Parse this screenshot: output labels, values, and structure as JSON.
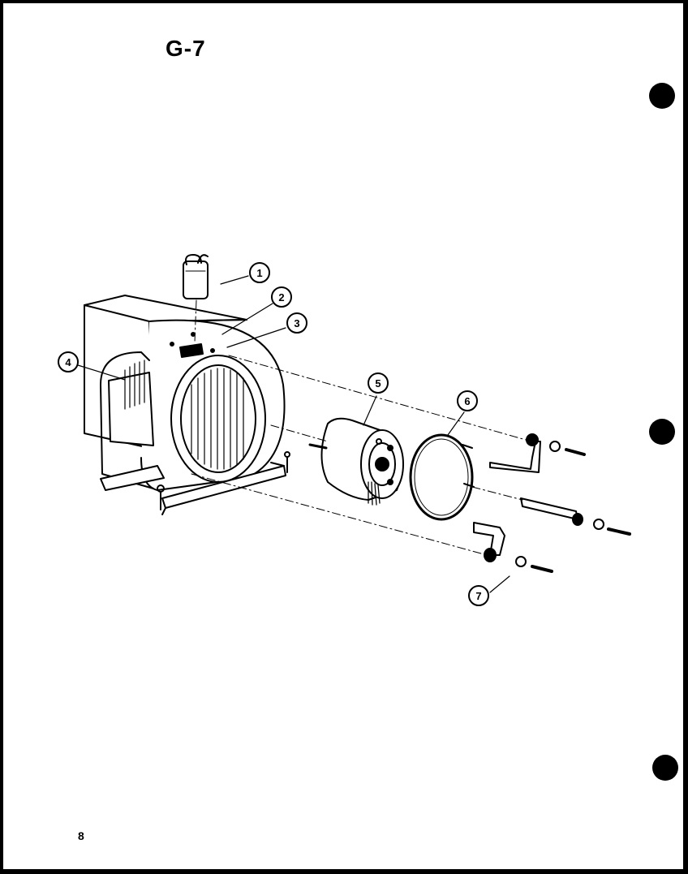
{
  "page": {
    "title": "G-7",
    "page_number": "8"
  },
  "callouts": [
    {
      "id": "callout-1",
      "label": "1"
    },
    {
      "id": "callout-2",
      "label": "2"
    },
    {
      "id": "callout-3",
      "label": "3"
    },
    {
      "id": "callout-4",
      "label": "4"
    },
    {
      "id": "callout-5",
      "label": "5"
    },
    {
      "id": "callout-6",
      "label": "6"
    },
    {
      "id": "callout-7",
      "label": "7"
    }
  ]
}
